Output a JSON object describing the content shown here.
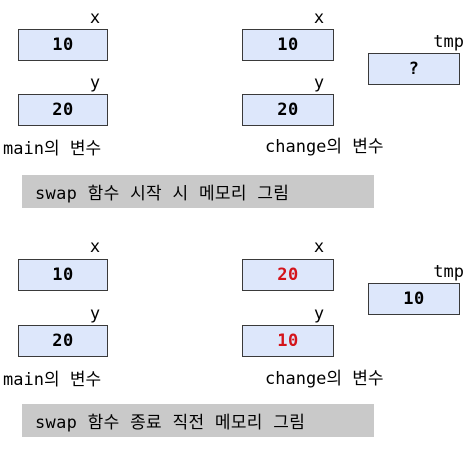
{
  "colors": {
    "box_fill": "#dde7fb",
    "box_border": "#3a3a3a",
    "banner_fill": "#c9c9c9",
    "changed_value": "#d4141b"
  },
  "before": {
    "main": {
      "x_label": "x",
      "x_value": "10",
      "y_label": "y",
      "y_value": "20",
      "caption": "main의 변수"
    },
    "change": {
      "x_label": "x",
      "x_value": "10",
      "y_label": "y",
      "y_value": "20",
      "caption": "change의 변수"
    },
    "tmp": {
      "label": "tmp",
      "value": "?"
    },
    "banner": "swap 함수 시작 시 메모리 그림"
  },
  "after": {
    "main": {
      "x_label": "x",
      "x_value": "10",
      "y_label": "y",
      "y_value": "20",
      "caption": "main의 변수"
    },
    "change": {
      "x_label": "x",
      "x_value": "20",
      "y_label": "y",
      "y_value": "10",
      "caption": "change의 변수"
    },
    "tmp": {
      "label": "tmp",
      "value": "10"
    },
    "banner": "swap 함수 종료 직전 메모리 그림"
  }
}
